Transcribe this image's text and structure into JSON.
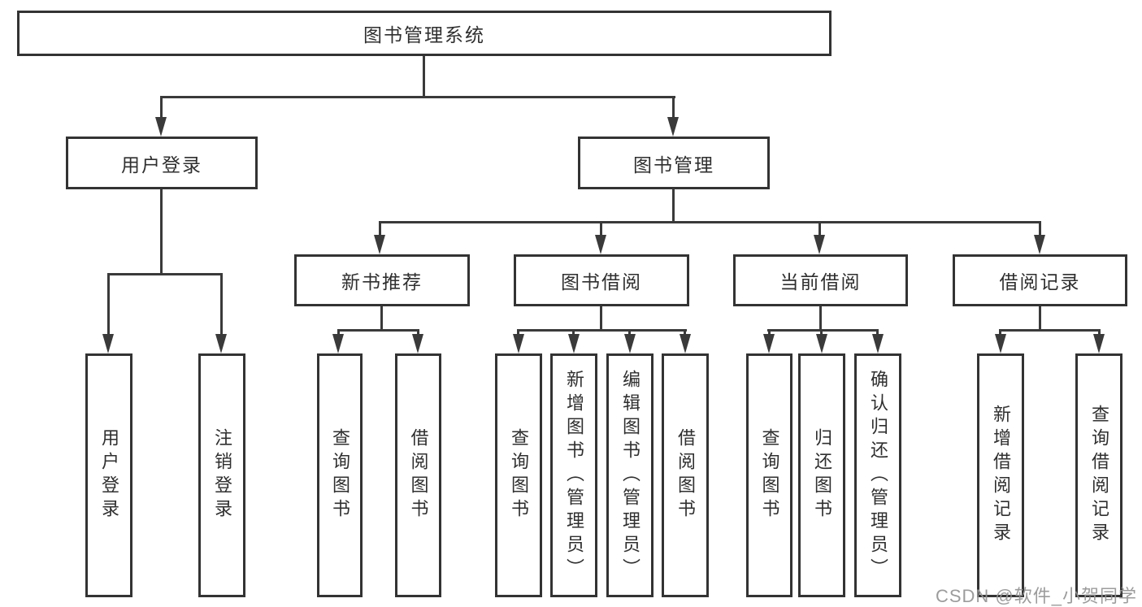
{
  "page": {
    "background": "#ffffff"
  },
  "colors": {
    "line": "#3a3a3a",
    "box_border": "#333333",
    "text": "#2f2f2f",
    "watermark": "#949494"
  },
  "watermark": {
    "text": "CSDN @软件_小贺同学"
  },
  "tree": {
    "root": "图书管理系统",
    "children": [
      {
        "label": "用户登录",
        "children": [
          "用户登录",
          "注销登录"
        ]
      },
      {
        "label": "图书管理",
        "children": [
          {
            "label": "新书推荐",
            "children": [
              "查询图书",
              "借阅图书"
            ]
          },
          {
            "label": "图书借阅",
            "children": [
              "查询图书",
              "新增图书（管理员）",
              "编辑图书（管理员）",
              "借阅图书"
            ]
          },
          {
            "label": "当前借阅",
            "children": [
              "查询图书",
              "归还图书",
              "确认归还（管理员）"
            ]
          },
          {
            "label": "借阅记录",
            "children": [
              "新增借阅记录",
              "查询借阅记录"
            ]
          }
        ]
      }
    ]
  }
}
